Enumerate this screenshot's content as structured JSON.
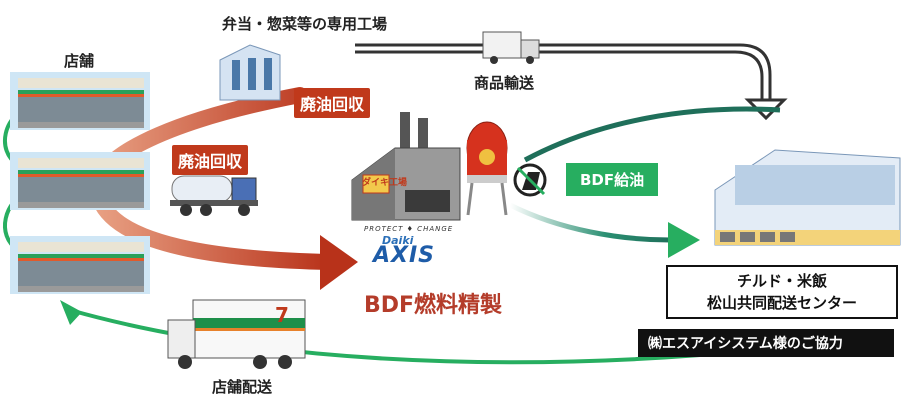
{
  "labels": {
    "factory": "弁当・惣菜等の専用工場",
    "stores": "店舗",
    "oil_collect_1": "廃油回収",
    "oil_collect_2": "廃油回収",
    "transport": "商品輸送",
    "bdf_refuel": "BDF給油",
    "center_line1": "チルド・米飯",
    "center_line2": "松山共同配送センター",
    "cooperation": "㈱エスアイシステム様のご協力",
    "refining": "BDF燃料精製",
    "store_delivery": "店舗配送",
    "logo_tag": "PROTECT ♦ CHANGE",
    "logo_brand": "Daiki",
    "logo_name": "AXIS",
    "tank_sign": "ダイキ工場"
  },
  "colors": {
    "red_arrow": "#c0391b",
    "green_arrow": "#27ae60",
    "teal_line": "#1f8f6a",
    "black_box": "#111111"
  },
  "icons": [
    "store-icon",
    "factory-building-icon",
    "truck-icon",
    "tank-truck-icon",
    "refinery-icon",
    "fuel-tank-icon",
    "bdf-pump-icon",
    "distribution-center-icon",
    "delivery-truck-icon"
  ]
}
